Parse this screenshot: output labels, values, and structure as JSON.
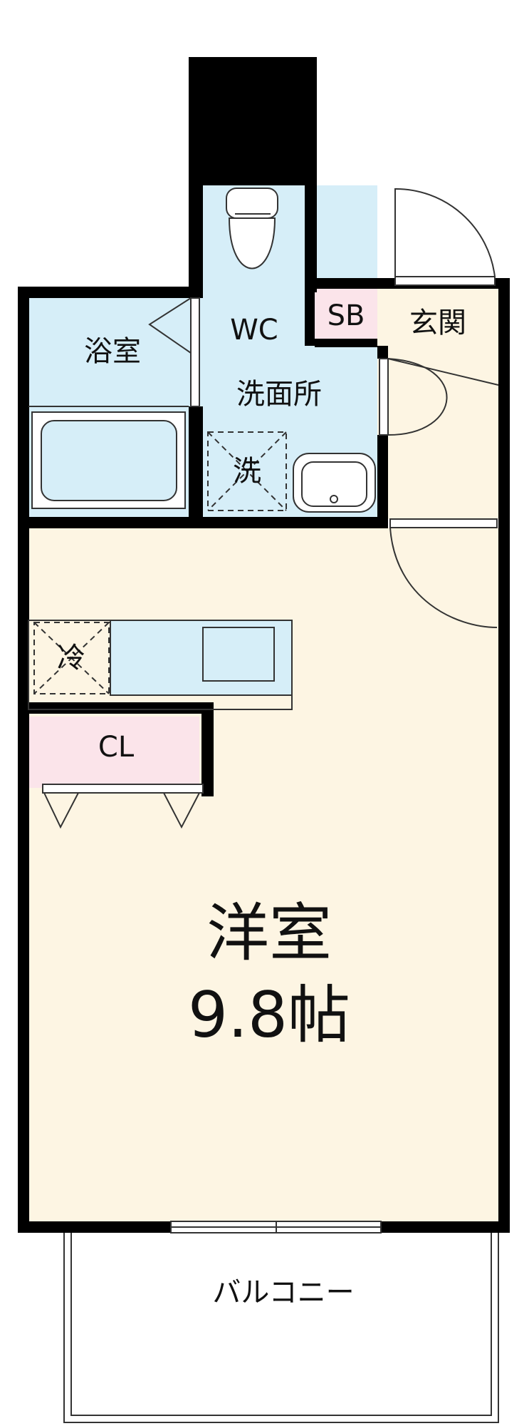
{
  "floorplan": {
    "rooms": {
      "bath": "浴室",
      "wc": "WC",
      "washroom": "洗面所",
      "washer": "洗",
      "shoebox": "SB",
      "entrance": "玄関",
      "fridge": "冷",
      "closet": "CL",
      "western_room": "洋室",
      "western_room_size": "9.8帖",
      "balcony": "バルコニー"
    },
    "colors": {
      "wet_area": "#d6eef8",
      "living_area": "#fdf5e3",
      "storage": "#fbe4ea",
      "wall": "#000000",
      "line": "#333333"
    }
  }
}
